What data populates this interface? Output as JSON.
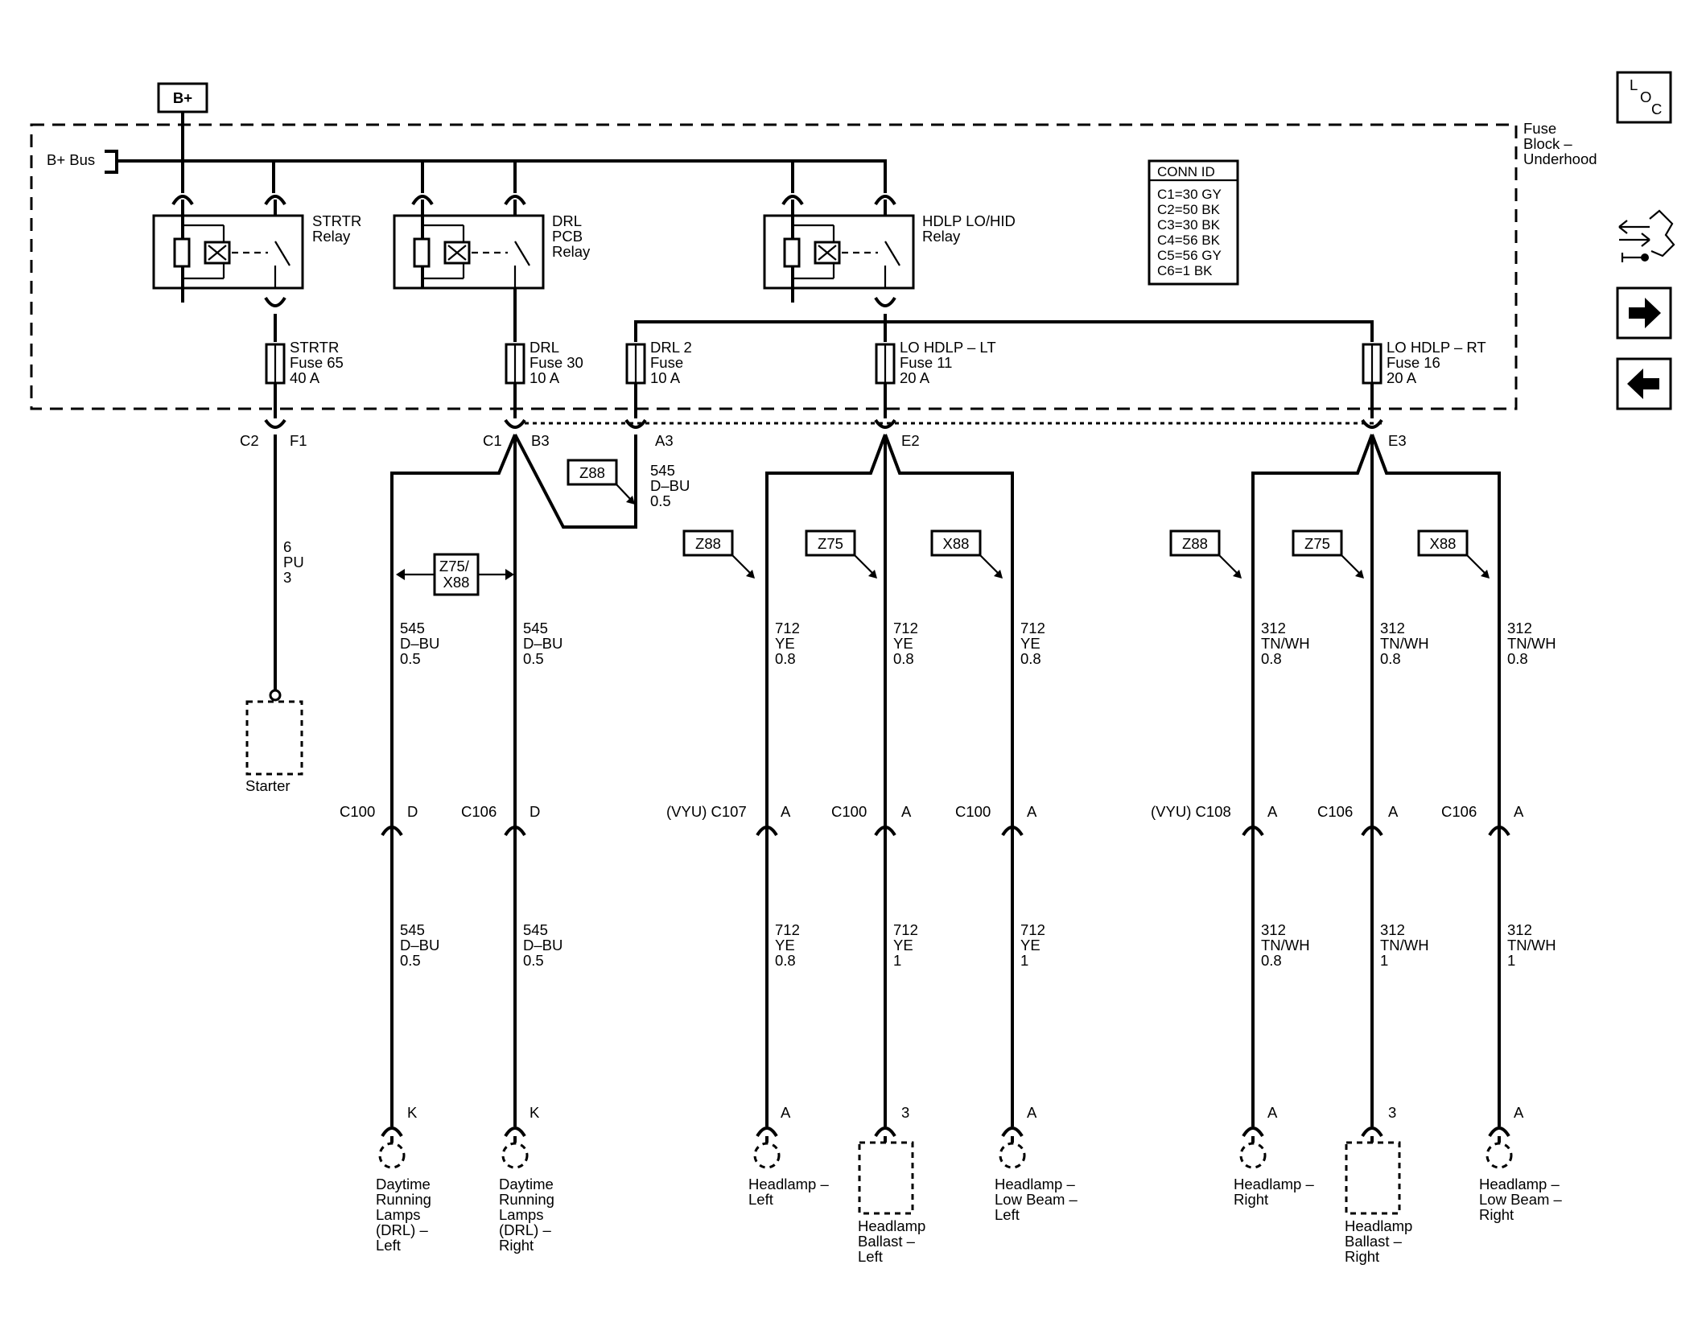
{
  "bplus_label": "B+",
  "bplus_bus_label": "B+ Bus",
  "fuse_block_label": [
    "Fuse",
    "Block –",
    "Underhood"
  ],
  "conn_id": {
    "title": "CONN ID",
    "rows": [
      "C1=30 GY",
      "C2=50 BK",
      "C3=30 BK",
      "C4=56 BK",
      "C5=56 GY",
      "C6=1 BK"
    ]
  },
  "relays": [
    {
      "lines": [
        "STRTR",
        "Relay"
      ]
    },
    {
      "lines": [
        "DRL",
        "PCB",
        "Relay"
      ]
    },
    {
      "lines": [
        "HDLP LO/HID",
        "Relay"
      ]
    }
  ],
  "fuses": [
    {
      "lines": [
        "STRTR",
        "Fuse 65",
        "40 A"
      ]
    },
    {
      "lines": [
        "DRL",
        "Fuse 30",
        "10 A"
      ]
    },
    {
      "lines": [
        "DRL 2",
        "Fuse",
        "10 A"
      ]
    },
    {
      "lines": [
        "LO HDLP – LT",
        "Fuse 11",
        "20 A"
      ]
    },
    {
      "lines": [
        "LO HDLP – RT",
        "Fuse 16",
        "20 A"
      ]
    }
  ],
  "block_pins": {
    "starter_conn": "C2",
    "starter_pin": "F1",
    "drl_conn": "C1",
    "drl_pin": "B3",
    "drl2_pin": "A3",
    "lt_pin": "E2",
    "rt_pin": "E3"
  },
  "option_tags": {
    "z88": "Z88",
    "z75": "Z75",
    "x88": "X88",
    "z75x88": [
      "Z75/",
      "X88"
    ]
  },
  "wire_545_jumper": [
    "545",
    "D–BU",
    "0.5"
  ],
  "starter_wire": [
    "6",
    "PU",
    "3"
  ],
  "upper_wires": {
    "drl_l": [
      "545",
      "D–BU",
      "0.5"
    ],
    "drl_r": [
      "545",
      "D–BU",
      "0.5"
    ],
    "hl_l": [
      "712",
      "YE",
      "0.8"
    ],
    "hb_l": [
      "712",
      "YE",
      "0.8"
    ],
    "lb_l": [
      "712",
      "YE",
      "0.8"
    ],
    "hl_r": [
      "312",
      "TN/WH",
      "0.8"
    ],
    "hb_r": [
      "312",
      "TN/WH",
      "0.8"
    ],
    "lb_r": [
      "312",
      "TN/WH",
      "0.8"
    ]
  },
  "inline_connectors": {
    "drl_l": {
      "conn": "C100",
      "pin": "D"
    },
    "drl_r": {
      "conn": "C106",
      "pin": "D"
    },
    "hl_l": {
      "conn": "(VYU) C107",
      "pin": "A"
    },
    "hb_l": {
      "conn": "C100",
      "pin": "A"
    },
    "lb_l": {
      "conn": "C100",
      "pin": "A"
    },
    "hl_r": {
      "conn": "(VYU) C108",
      "pin": "A"
    },
    "hb_r": {
      "conn": "C106",
      "pin": "A"
    },
    "lb_r": {
      "conn": "C106",
      "pin": "A"
    }
  },
  "lower_wires": {
    "drl_l": [
      "545",
      "D–BU",
      "0.5"
    ],
    "drl_r": [
      "545",
      "D–BU",
      "0.5"
    ],
    "hl_l": [
      "712",
      "YE",
      "0.8"
    ],
    "hb_l": [
      "712",
      "YE",
      "1"
    ],
    "lb_l": [
      "712",
      "YE",
      "1"
    ],
    "hl_r": [
      "312",
      "TN/WH",
      "0.8"
    ],
    "hb_r": [
      "312",
      "TN/WH",
      "1"
    ],
    "lb_r": [
      "312",
      "TN/WH",
      "1"
    ]
  },
  "device_pins": {
    "drl_l": "K",
    "drl_r": "K",
    "hl_l": "A",
    "hb_l": "3",
    "lb_l": "A",
    "hl_r": "A",
    "hb_r": "3",
    "lb_r": "A"
  },
  "devices": {
    "starter": [
      "Starter"
    ],
    "drl_l": [
      "Daytime",
      "Running",
      "Lamps",
      "(DRL) –",
      "Left"
    ],
    "drl_r": [
      "Daytime",
      "Running",
      "Lamps",
      "(DRL) –",
      "Right"
    ],
    "hl_l": [
      "Headlamp –",
      "Left"
    ],
    "hb_l": [
      "Headlamp",
      "Ballast –",
      "Left"
    ],
    "lb_l": [
      "Headlamp –",
      "Low Beam –",
      "Left"
    ],
    "hl_r": [
      "Headlamp –",
      "Right"
    ],
    "hb_r": [
      "Headlamp",
      "Ballast –",
      "Right"
    ],
    "lb_r": [
      "Headlamp –",
      "Low Beam –",
      "Right"
    ]
  },
  "loc_icon": {
    "l": "L",
    "o": "O",
    "c": "C"
  },
  "nav_icons": [
    "component-locator-icon",
    "next-page-arrow-icon",
    "previous-page-arrow-icon"
  ]
}
